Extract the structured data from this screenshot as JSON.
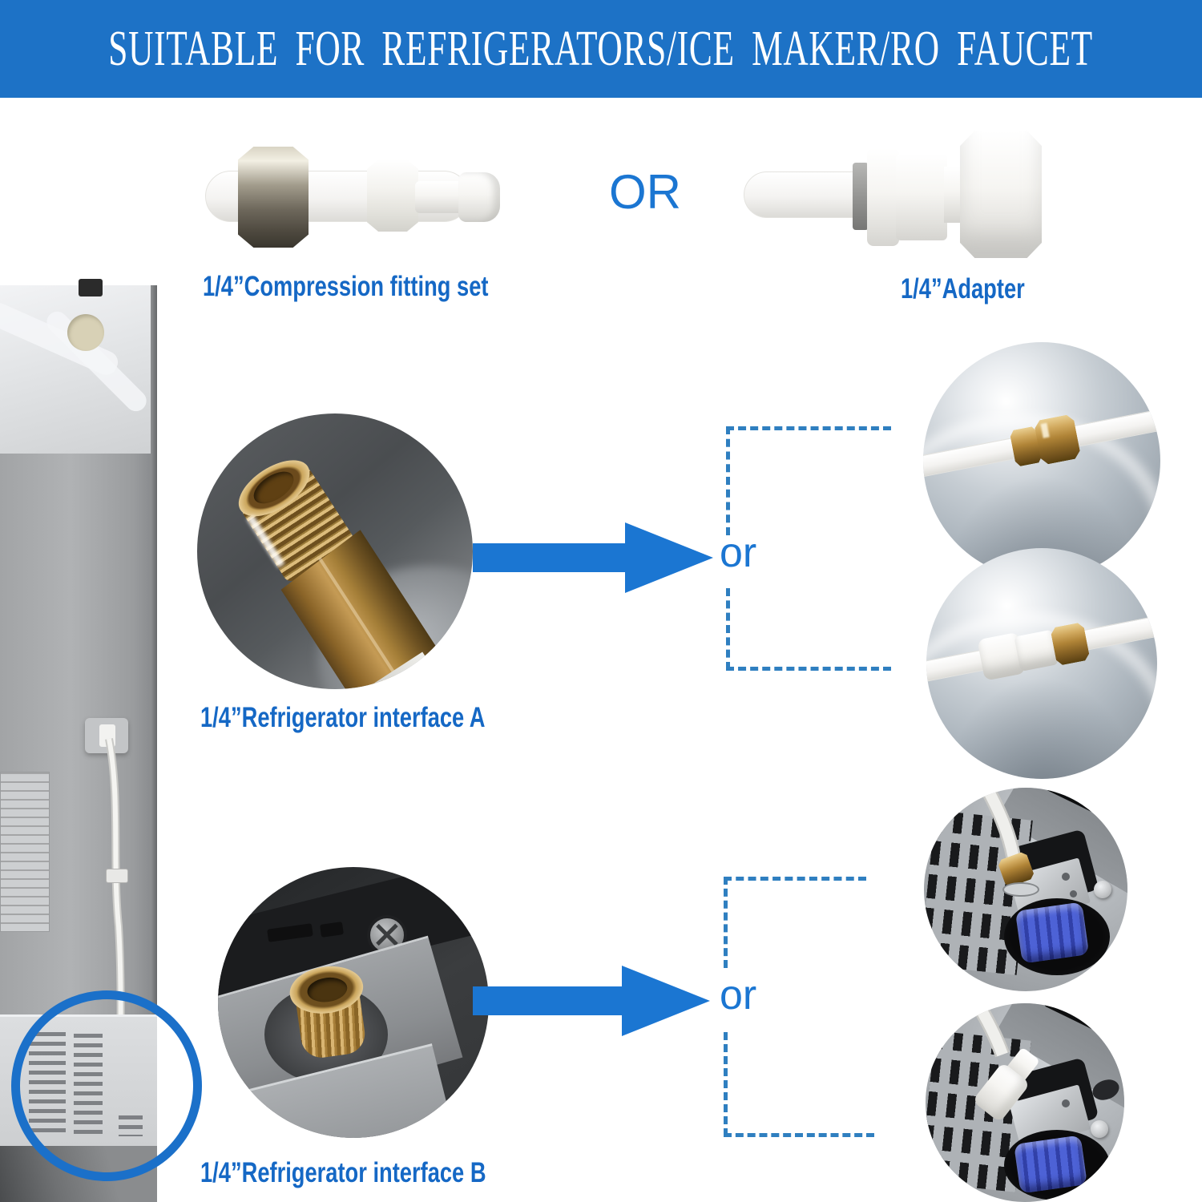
{
  "banner": {
    "title": "SUITABLE FOR REFRIGERATORS/ICE MAKER/RO FAUCET"
  },
  "products": {
    "compression": {
      "label": "1/4”Compression fitting set"
    },
    "divider": "OR",
    "adapter": {
      "label": "1/4”Adapter"
    }
  },
  "sections": {
    "a": {
      "label": "1/4”Refrigerator interface A",
      "connector": "or"
    },
    "b": {
      "label": "1/4”Refrigerator interface  B",
      "connector": "or"
    }
  },
  "colors": {
    "banner-bg": "#1d72c6",
    "banner-fg": "#ffffff",
    "text-blue": "#1568c5",
    "arrow-blue": "#1b76d2",
    "dash-blue": "#2f7fc0",
    "ring-blue": "#1b70c9"
  }
}
